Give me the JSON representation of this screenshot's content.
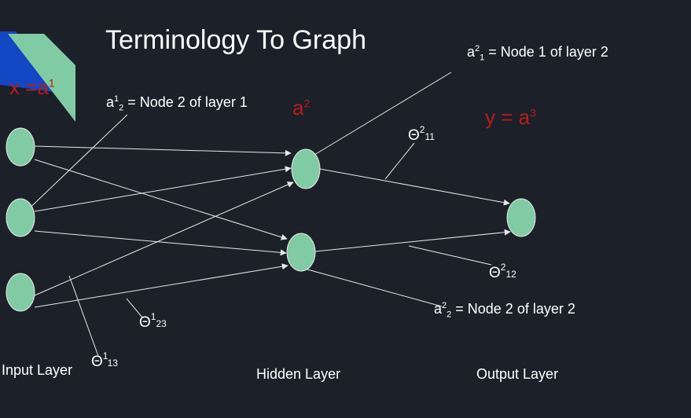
{
  "title": "Terminology To Graph",
  "layer_labels": {
    "input": "Input Layer",
    "hidden": "Hidden Layer",
    "output": "Output Layer"
  },
  "annotations": {
    "x_eq_a1": {
      "left": "x =a",
      "sup": "1"
    },
    "a2": {
      "base": "a",
      "sup": "2"
    },
    "y_eq_a3": {
      "left": "y = a",
      "sup": "3"
    },
    "a1_2": {
      "base": "a",
      "sup": "1",
      "sub": "2",
      "text": " = Node 2 of layer 1"
    },
    "a2_1": {
      "base": "a",
      "sup": "2",
      "sub": "1",
      "text": " = Node 1 of layer 2"
    },
    "a2_2": {
      "base": "a",
      "sup": "2",
      "sub": "2",
      "text": " = Node 2 of layer 2"
    }
  },
  "thetas": {
    "t2_11": {
      "sym": "Θ",
      "sup": "2",
      "sub": "11"
    },
    "t2_12": {
      "sym": "Θ",
      "sup": "2",
      "sub": "12"
    },
    "t1_23": {
      "sym": "Θ",
      "sup": "1",
      "sub": "23"
    },
    "t1_13": {
      "sym": "Θ",
      "sup": "1",
      "sub": "13"
    }
  },
  "colors": {
    "background": "#1c2029",
    "node_fill": "#80cba4",
    "accent_red": "#b71c1c",
    "corner_blue": "#1347c4",
    "corner_green": "#80cba4"
  }
}
